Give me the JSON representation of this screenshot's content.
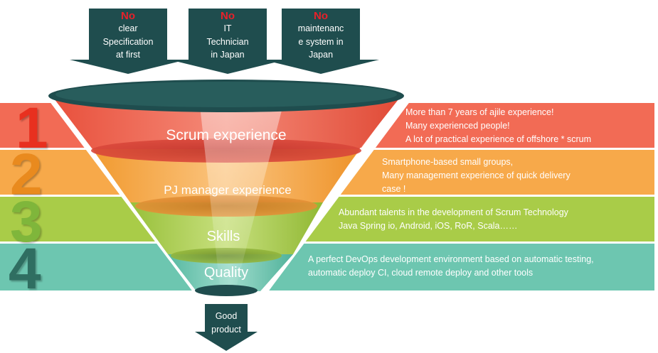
{
  "colors": {
    "band1": "#f26b55",
    "band2": "#f7a94a",
    "band3": "#a9cc48",
    "band4": "#6dc6b0",
    "num1": "#e8301f",
    "num2": "#e98a1e",
    "num3": "#7fb63b",
    "num4": "#2f6e61",
    "funnel_rim": "#1f4d4e",
    "arrow": "#1f4d4e",
    "no_text": "#e8212a"
  },
  "problems": [
    {
      "no": "No",
      "lines": [
        "clear",
        "Specification",
        "at first"
      ]
    },
    {
      "no": "No",
      "lines": [
        "IT",
        "Technician",
        "in Japan"
      ]
    },
    {
      "no": "No",
      "lines": [
        "maintenanc",
        "e system in",
        "Japan"
      ]
    }
  ],
  "stages": [
    {
      "number": "1",
      "label": "Scrum experience",
      "description": "More than 7 years of ajile experience!\nMany experienced people!\nA lot of practical experience of offshore * scrum"
    },
    {
      "number": "2",
      "label": "PJ manager experience",
      "description": "Smartphone-based small groups,\nMany management experience of quick delivery\ncase !"
    },
    {
      "number": "3",
      "label": "Skills",
      "description": "Abundant talents in the development of Scrum Technology\nJava Spring io,  Android,  iOS,  RoR,  Scala……"
    },
    {
      "number": "4",
      "label": "Quality",
      "description": "A perfect DevOps development environment based on automatic testing,\nautomatic deploy CI, cloud remote deploy and other tools"
    }
  ],
  "output": {
    "lines": [
      "Good",
      "product"
    ]
  }
}
